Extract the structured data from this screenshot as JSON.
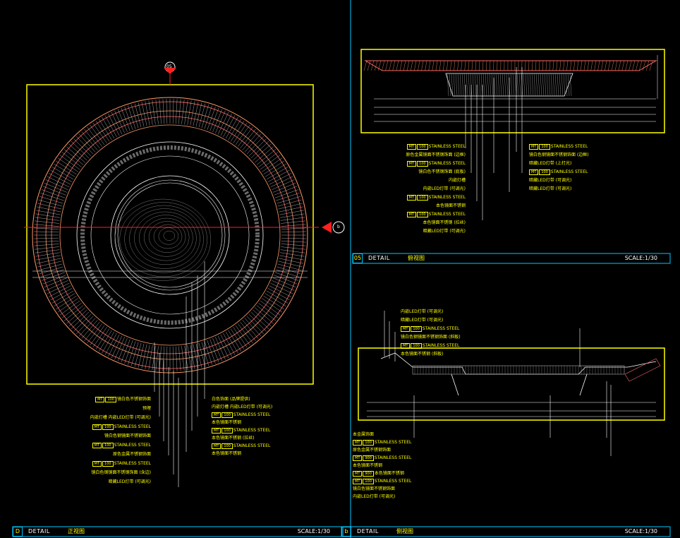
{
  "panels": {
    "left": {
      "number": "D",
      "label": "DETAIL",
      "name": "正视图",
      "scale": "SCALE:1/30"
    },
    "right_top": {
      "number": "05",
      "label": "DETAIL",
      "name": "俯视图",
      "scale": "SCALE:1/30"
    },
    "right_bottom": {
      "number": "b",
      "label": "DETAIL",
      "name": "侧视图",
      "scale": "SCALE:1/30"
    }
  },
  "section_markers": {
    "top": "05",
    "right": "b"
  },
  "callouts_left": [
    {
      "code": "MT",
      "num": "100",
      "text": "镜白色不锈钢饰面"
    },
    {
      "code": "",
      "num": "",
      "text": "预埋"
    },
    {
      "code": "",
      "num": "",
      "text": "内嵌灯槽 内嵌LED灯带 (可调光)"
    },
    {
      "code": "MT",
      "num": "100",
      "text": "STAINLESS STEEL"
    },
    {
      "code": "",
      "num": "",
      "text": "镜白色钢镜面不锈钢饰面"
    },
    {
      "code": "MT",
      "num": "100",
      "text": "STAINLESS STEEL"
    },
    {
      "code": "",
      "num": "",
      "text": "原色金属不锈钢饰面"
    },
    {
      "code": "MT",
      "num": "100",
      "text": "STAINLESS STEEL"
    },
    {
      "code": "",
      "num": "",
      "text": "镜白色钢镜面不锈钢饰面 (含边)"
    },
    {
      "code": "",
      "num": "",
      "text": "暗藏LED灯带 (可调光)"
    }
  ],
  "callouts_mid": [
    {
      "code": "",
      "num": "",
      "text": "白色饰面 (品牌提供)"
    },
    {
      "code": "",
      "num": "",
      "text": "内嵌灯槽 内嵌LED灯带 (可调光)"
    },
    {
      "code": "MT",
      "num": "100",
      "text": "STAINLESS STEEL"
    },
    {
      "code": "",
      "num": "",
      "text": "本色镜面不锈钢"
    },
    {
      "code": "MT",
      "num": "100",
      "text": "STAINLESS STEEL"
    },
    {
      "code": "",
      "num": "",
      "text": "本色镜面不锈钢 (拉丝)"
    },
    {
      "code": "MT",
      "num": "100",
      "text": "STAINLESS STEEL"
    },
    {
      "code": "",
      "num": "",
      "text": "本色镜面不锈钢"
    }
  ],
  "callouts_top_left": [
    {
      "code": "MT",
      "num": "100",
      "text": "STAINLESS STEEL"
    },
    {
      "code": "",
      "num": "",
      "text": "原色金属镜面不锈钢饰面 (边框)"
    },
    {
      "code": "MT",
      "num": "100",
      "text": "STAINLESS STEEL"
    },
    {
      "code": "",
      "num": "",
      "text": "镜白色不锈钢饰面 (底板)"
    },
    {
      "code": "",
      "num": "",
      "text": "内嵌灯槽"
    },
    {
      "code": "",
      "num": "",
      "text": "内嵌LED灯带 (可调光)"
    },
    {
      "code": "MT",
      "num": "100",
      "text": "STAINLESS STEEL"
    },
    {
      "code": "",
      "num": "",
      "text": "本色镜面不锈钢"
    },
    {
      "code": "MT",
      "num": "100",
      "text": "STAINLESS STEEL"
    },
    {
      "code": "",
      "num": "",
      "text": "本色镜面不锈钢 (拉丝)"
    },
    {
      "code": "",
      "num": "",
      "text": "暗藏LED灯带 (可调光)"
    }
  ],
  "callouts_top_right": [
    {
      "code": "MT",
      "num": "100",
      "text": "STAINLESS STEEL"
    },
    {
      "code": "",
      "num": "",
      "text": "镜白色钢镜面不锈钢饰面 (边框)"
    },
    {
      "code": "",
      "num": "",
      "text": "暗藏LED灯带 (上打光)"
    },
    {
      "code": "MT",
      "num": "100",
      "text": "STAINLESS STEEL"
    },
    {
      "code": "",
      "num": "",
      "text": "暗藏LED灯带 (可调光)"
    },
    {
      "code": "",
      "num": "",
      "text": "暗藏LED灯带 (可调光)"
    }
  ],
  "callouts_bottom_top": [
    {
      "code": "",
      "num": "",
      "text": "内嵌LED灯带 (可调光)"
    },
    {
      "code": "",
      "num": "",
      "text": "暗藏LED灯带 (可调光)"
    },
    {
      "code": "MT",
      "num": "100",
      "text": "STAINLESS STEEL"
    },
    {
      "code": "",
      "num": "",
      "text": "镜白色钢镜面不锈钢饰面 (斜板)"
    },
    {
      "code": "MT",
      "num": "100",
      "text": "STAINLESS STEEL"
    },
    {
      "code": "",
      "num": "",
      "text": "本色镜面不锈钢 (斜板)"
    }
  ],
  "callouts_bottom_low": [
    {
      "code": "",
      "num": "",
      "text": "本金属饰面"
    },
    {
      "code": "MT",
      "num": "100",
      "text": "STAINLESS STEEL"
    },
    {
      "code": "",
      "num": "",
      "text": "原色金属不锈钢饰面"
    },
    {
      "code": "MT",
      "num": "900",
      "text": "STAINLESS STEEL"
    },
    {
      "code": "",
      "num": "",
      "text": "本色镜面不锈钢"
    },
    {
      "code": "MT",
      "num": "900",
      "text": "本色镜面不锈钢"
    },
    {
      "code": "MT",
      "num": "100",
      "text": "STAINLESS STEEL"
    },
    {
      "code": "",
      "num": "",
      "text": "镜白色镜面不锈钢饰面"
    },
    {
      "code": "",
      "num": "",
      "text": "内嵌LED灯带 (可调光)"
    }
  ]
}
